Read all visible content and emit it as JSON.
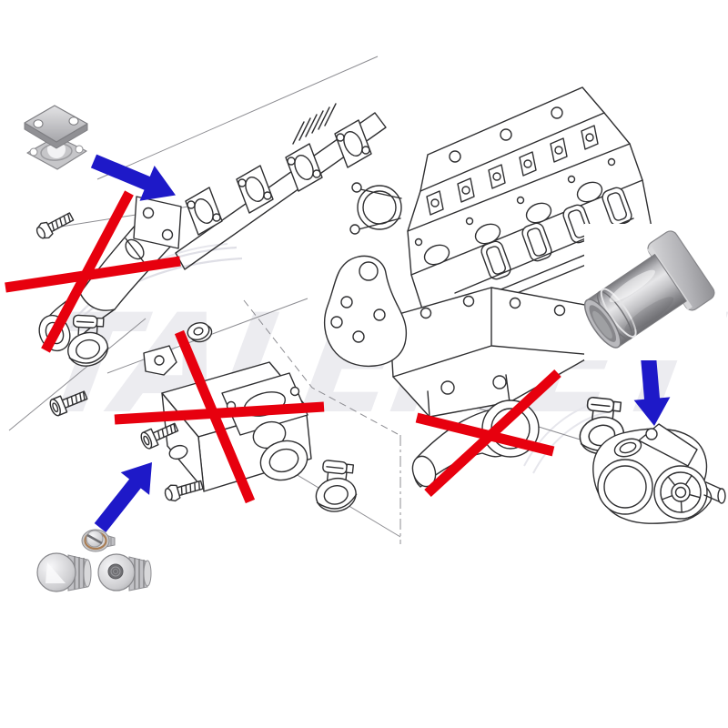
{
  "diagram": {
    "type": "exploded-parts-diagram",
    "subject": "egr-delete-kit-installation",
    "background": "#ffffff"
  },
  "watermark": {
    "text": "TALEMET",
    "color": "#e9e9ee"
  },
  "colors": {
    "cross": "#e7000e",
    "arrow": "#1e19c8",
    "line_art": "#2f2f31",
    "metal_light": "#e3e3e5",
    "metal_mid": "#b4b4b8",
    "metal_dark": "#78787c"
  },
  "parts": {
    "blockoff_plate": "egr-blockoff-plate-with-gasket",
    "adapter_pipe": "egr-adapter-pipe",
    "plug_set": "coolant-plug-set",
    "engine": "cylinder-head-with-manifolds",
    "exhaust_manifold": "exhaust-manifold",
    "bracket": "mounting-bracket",
    "egr_valve": "egr-valve-pipe-crossed-out",
    "egr_cooler": "egr-cooler-crossed-out",
    "crossover_pipe": "egr-crossover-pipe-crossed-out",
    "throttle_valve": "intake-throttle-valve",
    "hardware": [
      "hex-bolt",
      "socket-bolt",
      "socket-bolt",
      "flange-bolt",
      "washer",
      "v-band-clamp",
      "v-band-clamp",
      "v-band-clamp"
    ]
  },
  "annotations": {
    "cross_marks": [
      {
        "target": "egr-valve-pipe",
        "strokes": 2
      },
      {
        "target": "egr-cooler",
        "strokes": 2
      },
      {
        "target": "egr-crossover-pipe",
        "strokes": 2
      }
    ],
    "arrows": [
      {
        "from": "blockoff-plate",
        "direction": "down-right"
      },
      {
        "from": "plug-set",
        "direction": "up-right"
      },
      {
        "from": "adapter-pipe",
        "direction": "down"
      }
    ]
  }
}
